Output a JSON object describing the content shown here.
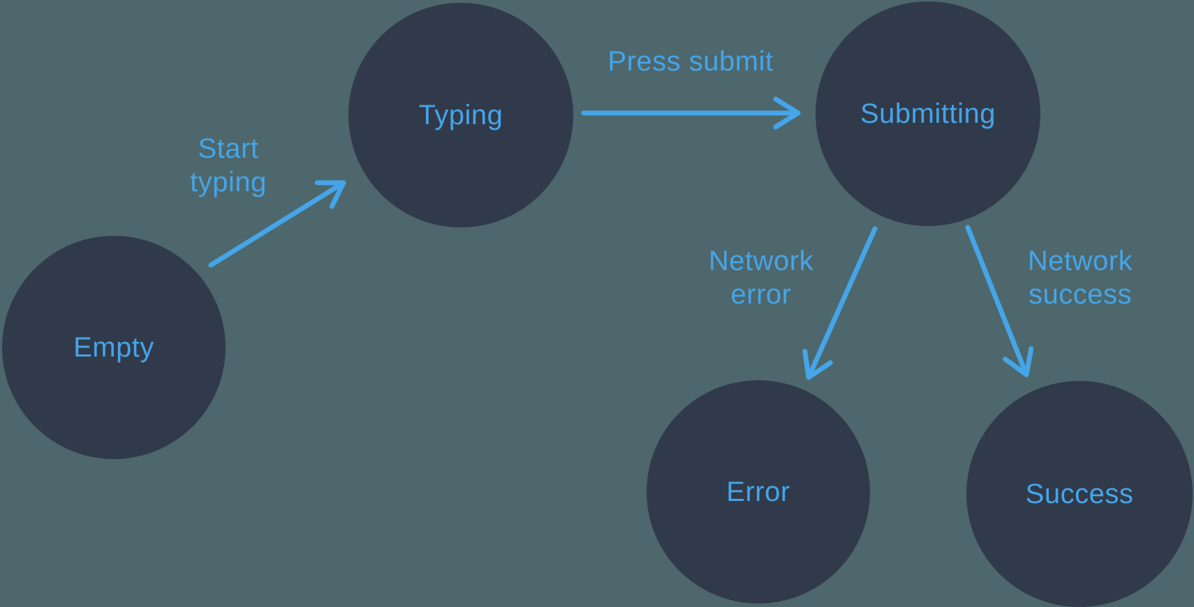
{
  "colors": {
    "background": "#4d676c",
    "node": "#313a4a",
    "accent": "#45a5e8"
  },
  "states": [
    {
      "name": "empty",
      "label": "Empty"
    },
    {
      "name": "typing",
      "label": "Typing"
    },
    {
      "name": "submitting",
      "label": "Submitting"
    },
    {
      "name": "error",
      "label": "Error"
    },
    {
      "name": "success",
      "label": "Success"
    }
  ],
  "transitions": [
    {
      "name": "start-typing",
      "from": "empty",
      "to": "typing",
      "lines": [
        "Start",
        "typing"
      ]
    },
    {
      "name": "press-submit",
      "from": "typing",
      "to": "submitting",
      "lines": [
        "Press submit"
      ]
    },
    {
      "name": "network-error",
      "from": "submitting",
      "to": "error",
      "lines": [
        "Network",
        "error"
      ]
    },
    {
      "name": "network-success",
      "from": "submitting",
      "to": "success",
      "lines": [
        "Network",
        "success"
      ]
    }
  ]
}
